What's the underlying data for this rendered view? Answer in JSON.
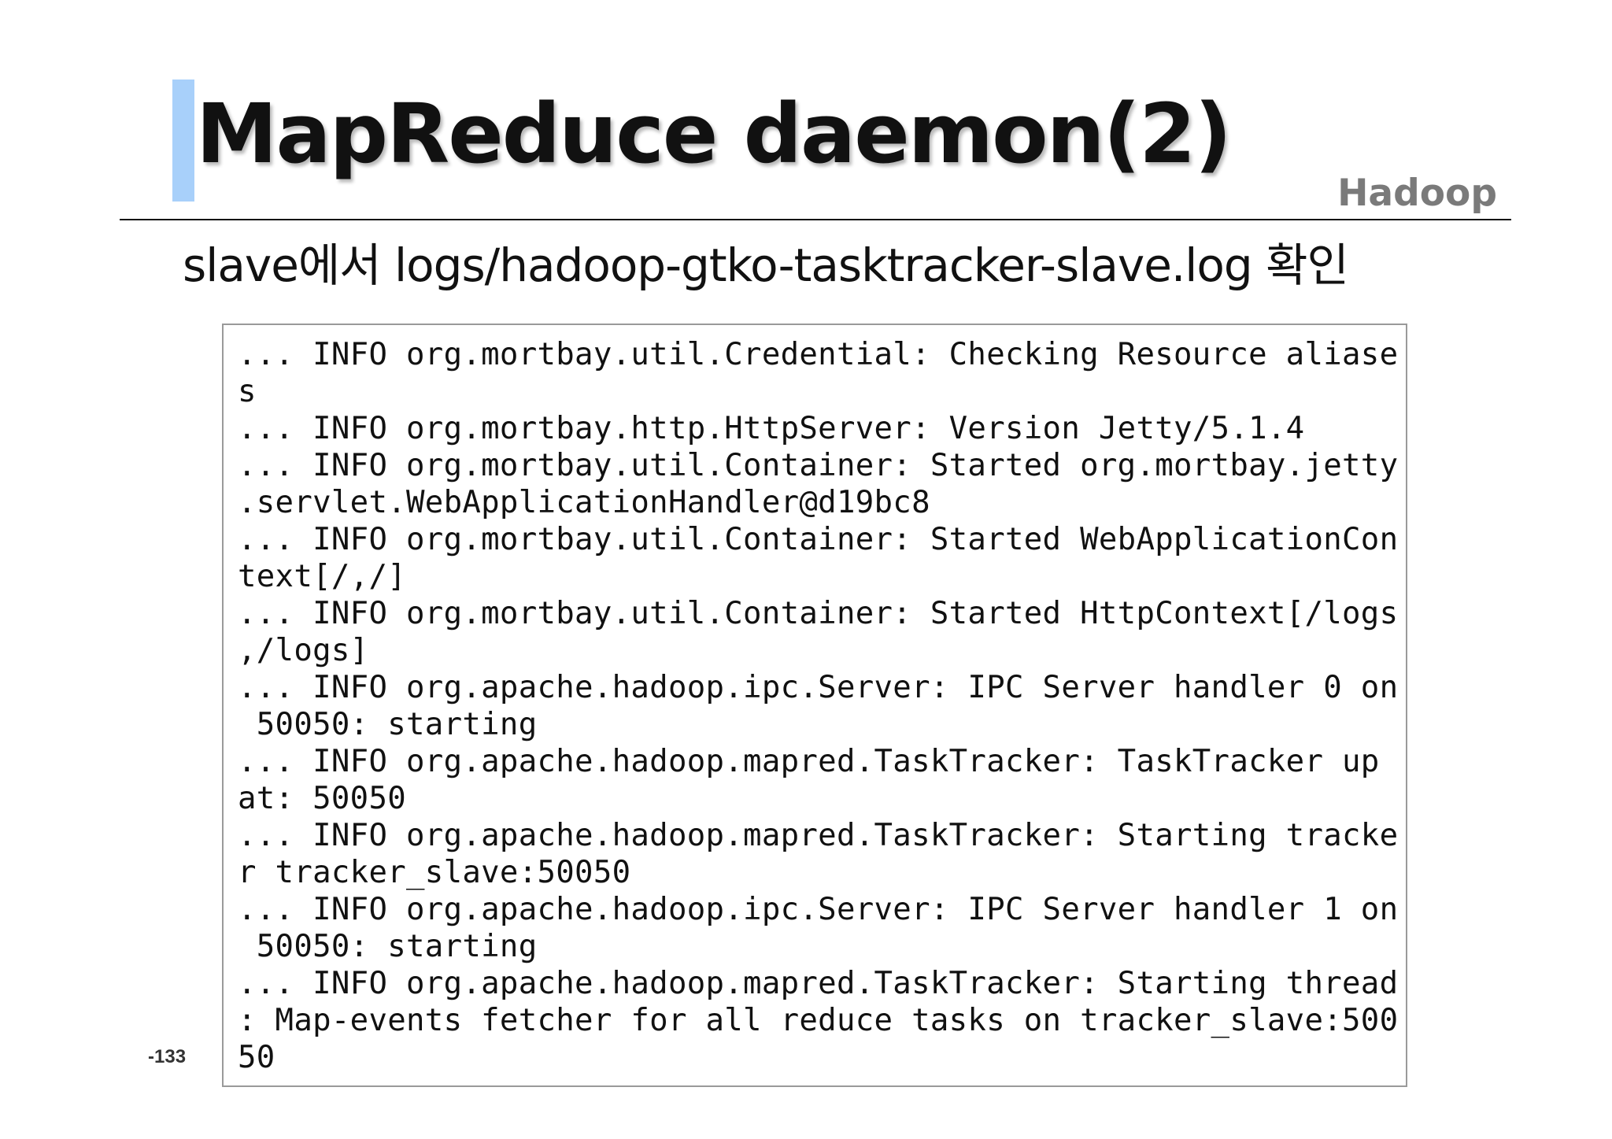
{
  "slide": {
    "title": "MapReduce daemon(2)",
    "section": "Hadoop",
    "subheading": "slave에서 logs/hadoop-gtko-tasktracker-slave.log 확인",
    "page_number": "-133"
  },
  "log": {
    "lines": [
      "... INFO org.mortbay.util.Credential: Checking Resource aliase",
      "s",
      "... INFO org.mortbay.http.HttpServer: Version Jetty/5.1.4",
      "... INFO org.mortbay.util.Container: Started org.mortbay.jetty",
      ".servlet.WebApplicationHandler@d19bc8",
      "... INFO org.mortbay.util.Container: Started WebApplicationCon",
      "text[/,/]",
      "... INFO org.mortbay.util.Container: Started HttpContext[/logs",
      ",/logs]",
      "... INFO org.apache.hadoop.ipc.Server: IPC Server handler 0 on",
      " 50050: starting",
      "... INFO org.apache.hadoop.mapred.TaskTracker: TaskTracker up",
      "at: 50050",
      "... INFO org.apache.hadoop.mapred.TaskTracker: Starting tracke",
      "r tracker_slave:50050",
      "... INFO org.apache.hadoop.ipc.Server: IPC Server handler 1 on",
      " 50050: starting",
      "... INFO org.apache.hadoop.mapred.TaskTracker: Starting thread",
      ": Map-events fetcher for all reduce tasks on tracker_slave:500",
      "50"
    ]
  },
  "colors": {
    "accent": "#a8d0fa",
    "text": "#111111",
    "section": "#7a7a7a",
    "border": "#9a9a9a"
  }
}
